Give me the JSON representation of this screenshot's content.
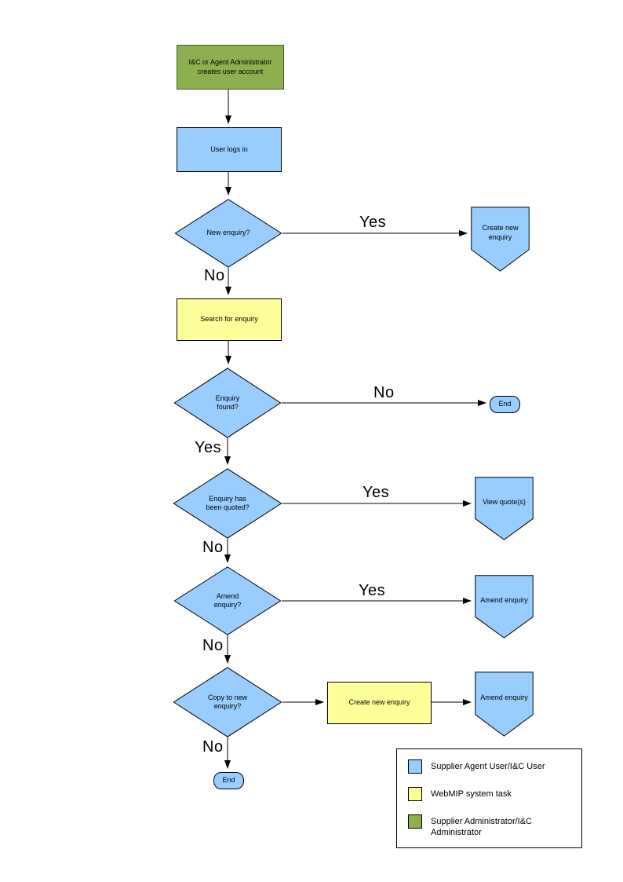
{
  "labels": {
    "yes": "Yes",
    "no": "No",
    "end": "End"
  },
  "nodes": {
    "admin_create_account": "I&C or Agent Administrator creates user account",
    "user_logs_in": "User logs in",
    "new_enquiry": "New enquiry?",
    "create_new_enquiry_connector": "Create new enquiry",
    "search_for_enquiry": "Search for enquiry",
    "enquiry_found": "Enquiry found?",
    "enquiry_quoted": "Enquiry has been quoted?",
    "view_quotes": "View quote(s)",
    "amend_enquiry_question": "Amend enquiry?",
    "amend_enquiry_connector": "Amend enquiry",
    "copy_to_new_enquiry": "Copy to new enquiry?",
    "create_new_enquiry_task": "Create new enquiry",
    "amend_enquiry_connector_2": "Amend enquiry"
  },
  "colors": {
    "user_task": "#99CCFF",
    "system_task": "#FFFF99",
    "admin_task": "#8CB04F"
  },
  "legend": {
    "items": [
      {
        "label": "Supplier Agent User/I&C User"
      },
      {
        "label": "WebMIP system task"
      },
      {
        "label": "Supplier Administrator/I&C Administrator"
      }
    ]
  }
}
